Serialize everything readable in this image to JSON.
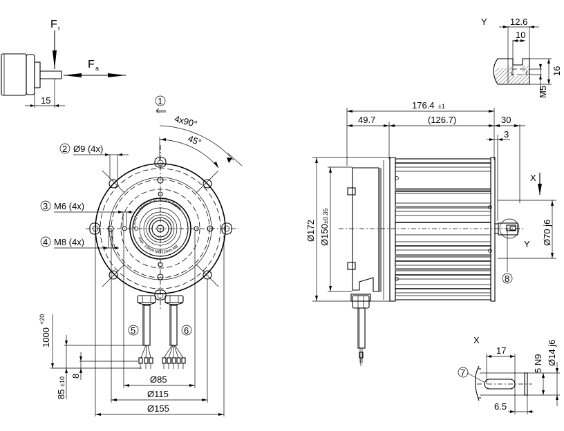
{
  "drawing": {
    "force_sketch": {
      "radial_force": "F",
      "radial_sub": "r",
      "axial_force": "F",
      "axial_sub": "a",
      "shaft_length": "15"
    },
    "front_view": {
      "callout_1": "1",
      "angle_pattern": "4x90°",
      "angle_offset": "45°",
      "callout_2": "2",
      "hole_label": "Ø9 (4x)",
      "callout_3": "3",
      "thread_m6": "M6 (4x)",
      "callout_4": "4",
      "thread_m8": "M8 (4x)",
      "face_text_1": "Einschraubtiefe max./screw depth",
      "face_text_2": "max. 10mm M6/12mm M8",
      "callout_5": "5",
      "callout_6": "6",
      "cable_length": "1000",
      "cable_length_tol": "+20",
      "strip_length": "85",
      "strip_length_tol": "±10",
      "ferrule_length": "8",
      "dia_85": "Ø85",
      "dia_115": "Ø115",
      "dia_155": "Ø155"
    },
    "side_view": {
      "overall_length": "176.4",
      "overall_length_tol": "±1",
      "front_length": "49.7",
      "body_length": "(126.7)",
      "shaft_length": "30",
      "flange_thk": "3",
      "dia_172": "Ø172",
      "dia_150": "Ø150",
      "dia_150_tol": "±0.35",
      "dia_70": "Ø70 j6",
      "view_x": "X",
      "view_y": "Y",
      "callout_8": "8"
    },
    "detail_y": {
      "label": "Y",
      "dim_126": "12.6",
      "dim_10": "10",
      "dim_16": "16",
      "thread": "M5"
    },
    "detail_x": {
      "label": "X",
      "callout_7": "7",
      "dim_17": "17",
      "key_width": "5 N9",
      "shaft_dia": "Ø14 j6",
      "dim_65": "6.5"
    }
  }
}
